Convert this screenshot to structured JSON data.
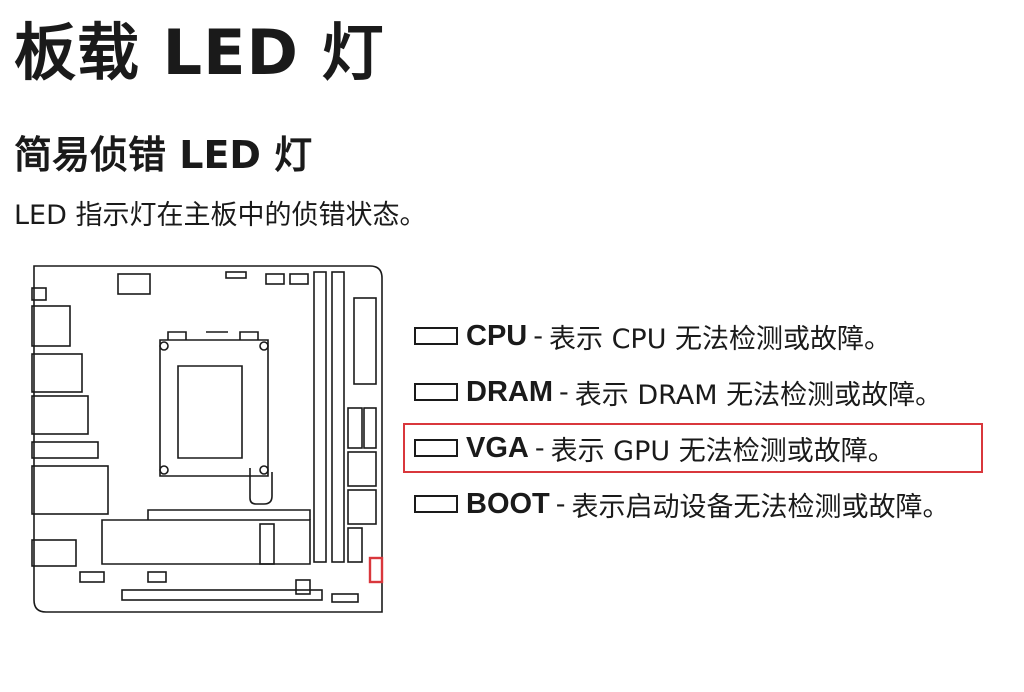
{
  "page": {
    "title": "板载 LED 灯",
    "subtitle": "简易侦错 LED 灯",
    "description": "LED 指示灯在主板中的侦错状态。"
  },
  "legend": {
    "separator": "-",
    "items": [
      {
        "name": "CPU",
        "desc": "表示 CPU 无法检测或故障。",
        "highlighted": false
      },
      {
        "name": "DRAM",
        "desc": "表示 DRAM 无法检测或故障。",
        "highlighted": false
      },
      {
        "name": "VGA",
        "desc": "表示 GPU 无法检测或故障。",
        "highlighted": true
      },
      {
        "name": "BOOT",
        "desc": "表示启动设备无法检测或故障。",
        "highlighted": false
      }
    ]
  },
  "colors": {
    "text": "#1a1a1a",
    "highlight": "#d9373c"
  }
}
